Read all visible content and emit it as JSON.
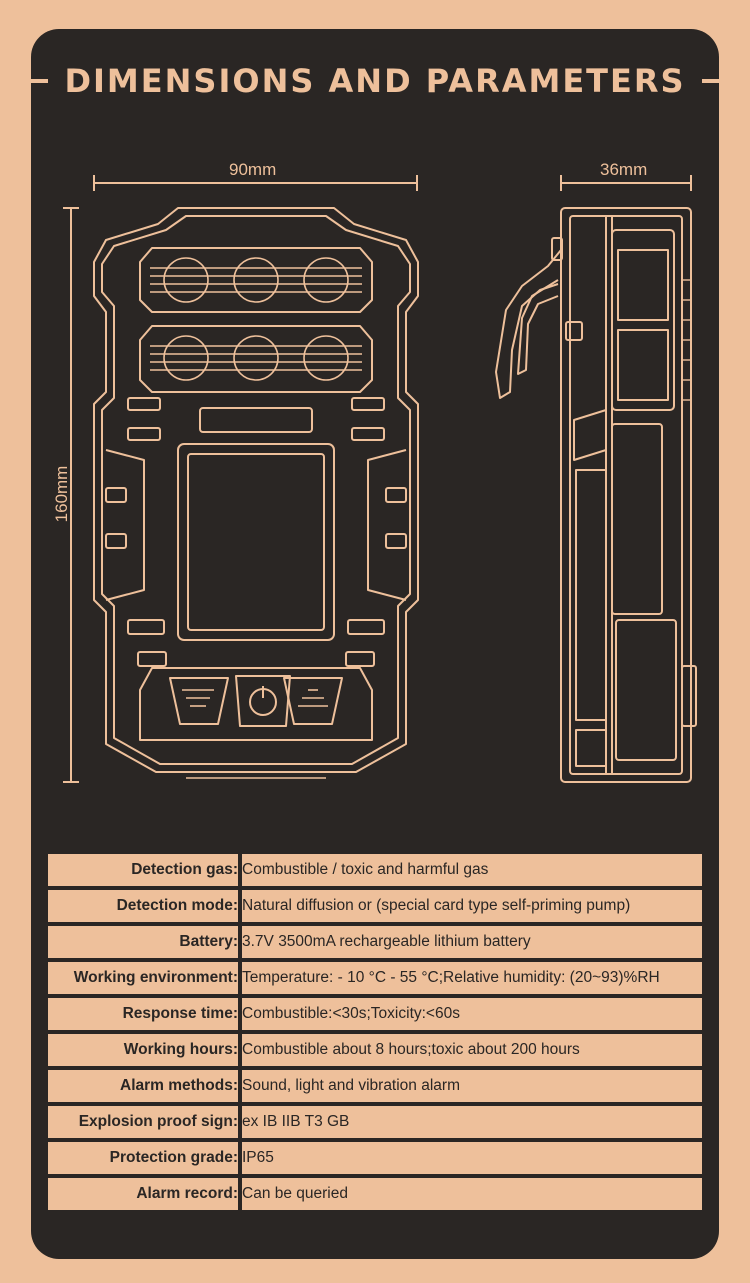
{
  "title": "DIMENSIONS AND PARAMETERS",
  "dimensions": {
    "width": "90mm",
    "depth": "36mm",
    "height": "160mm"
  },
  "colors": {
    "background": "#eec09b",
    "panel": "#2a2624",
    "line": "#eec09b"
  },
  "params": [
    {
      "label": "Detection gas:",
      "value": "Combustible / toxic and harmful gas"
    },
    {
      "label": "Detection mode:",
      "value": "Natural diffusion or (special card type self-priming  pump)"
    },
    {
      "label": "Battery:",
      "value": "3.7V 3500mA rechargeable lithium battery"
    },
    {
      "label": "Working environment:",
      "value": "Temperature: - 10 °C - 55 °C;Relative humidity: (20~93)%RH"
    },
    {
      "label": "Response time:",
      "value": "Combustible:<30s;Toxicity:<60s"
    },
    {
      "label": "Working hours:",
      "value": "Combustible about 8 hours;toxic about 200 hours"
    },
    {
      "label": "Alarm methods:",
      "value": "Sound, light and vibration alarm"
    },
    {
      "label": "Explosion proof sign:",
      "value": "ex IB IIB T3 GB"
    },
    {
      "label": "Protection grade:",
      "value": "IP65"
    },
    {
      "label": "Alarm record:",
      "value": "Can be queried"
    }
  ]
}
